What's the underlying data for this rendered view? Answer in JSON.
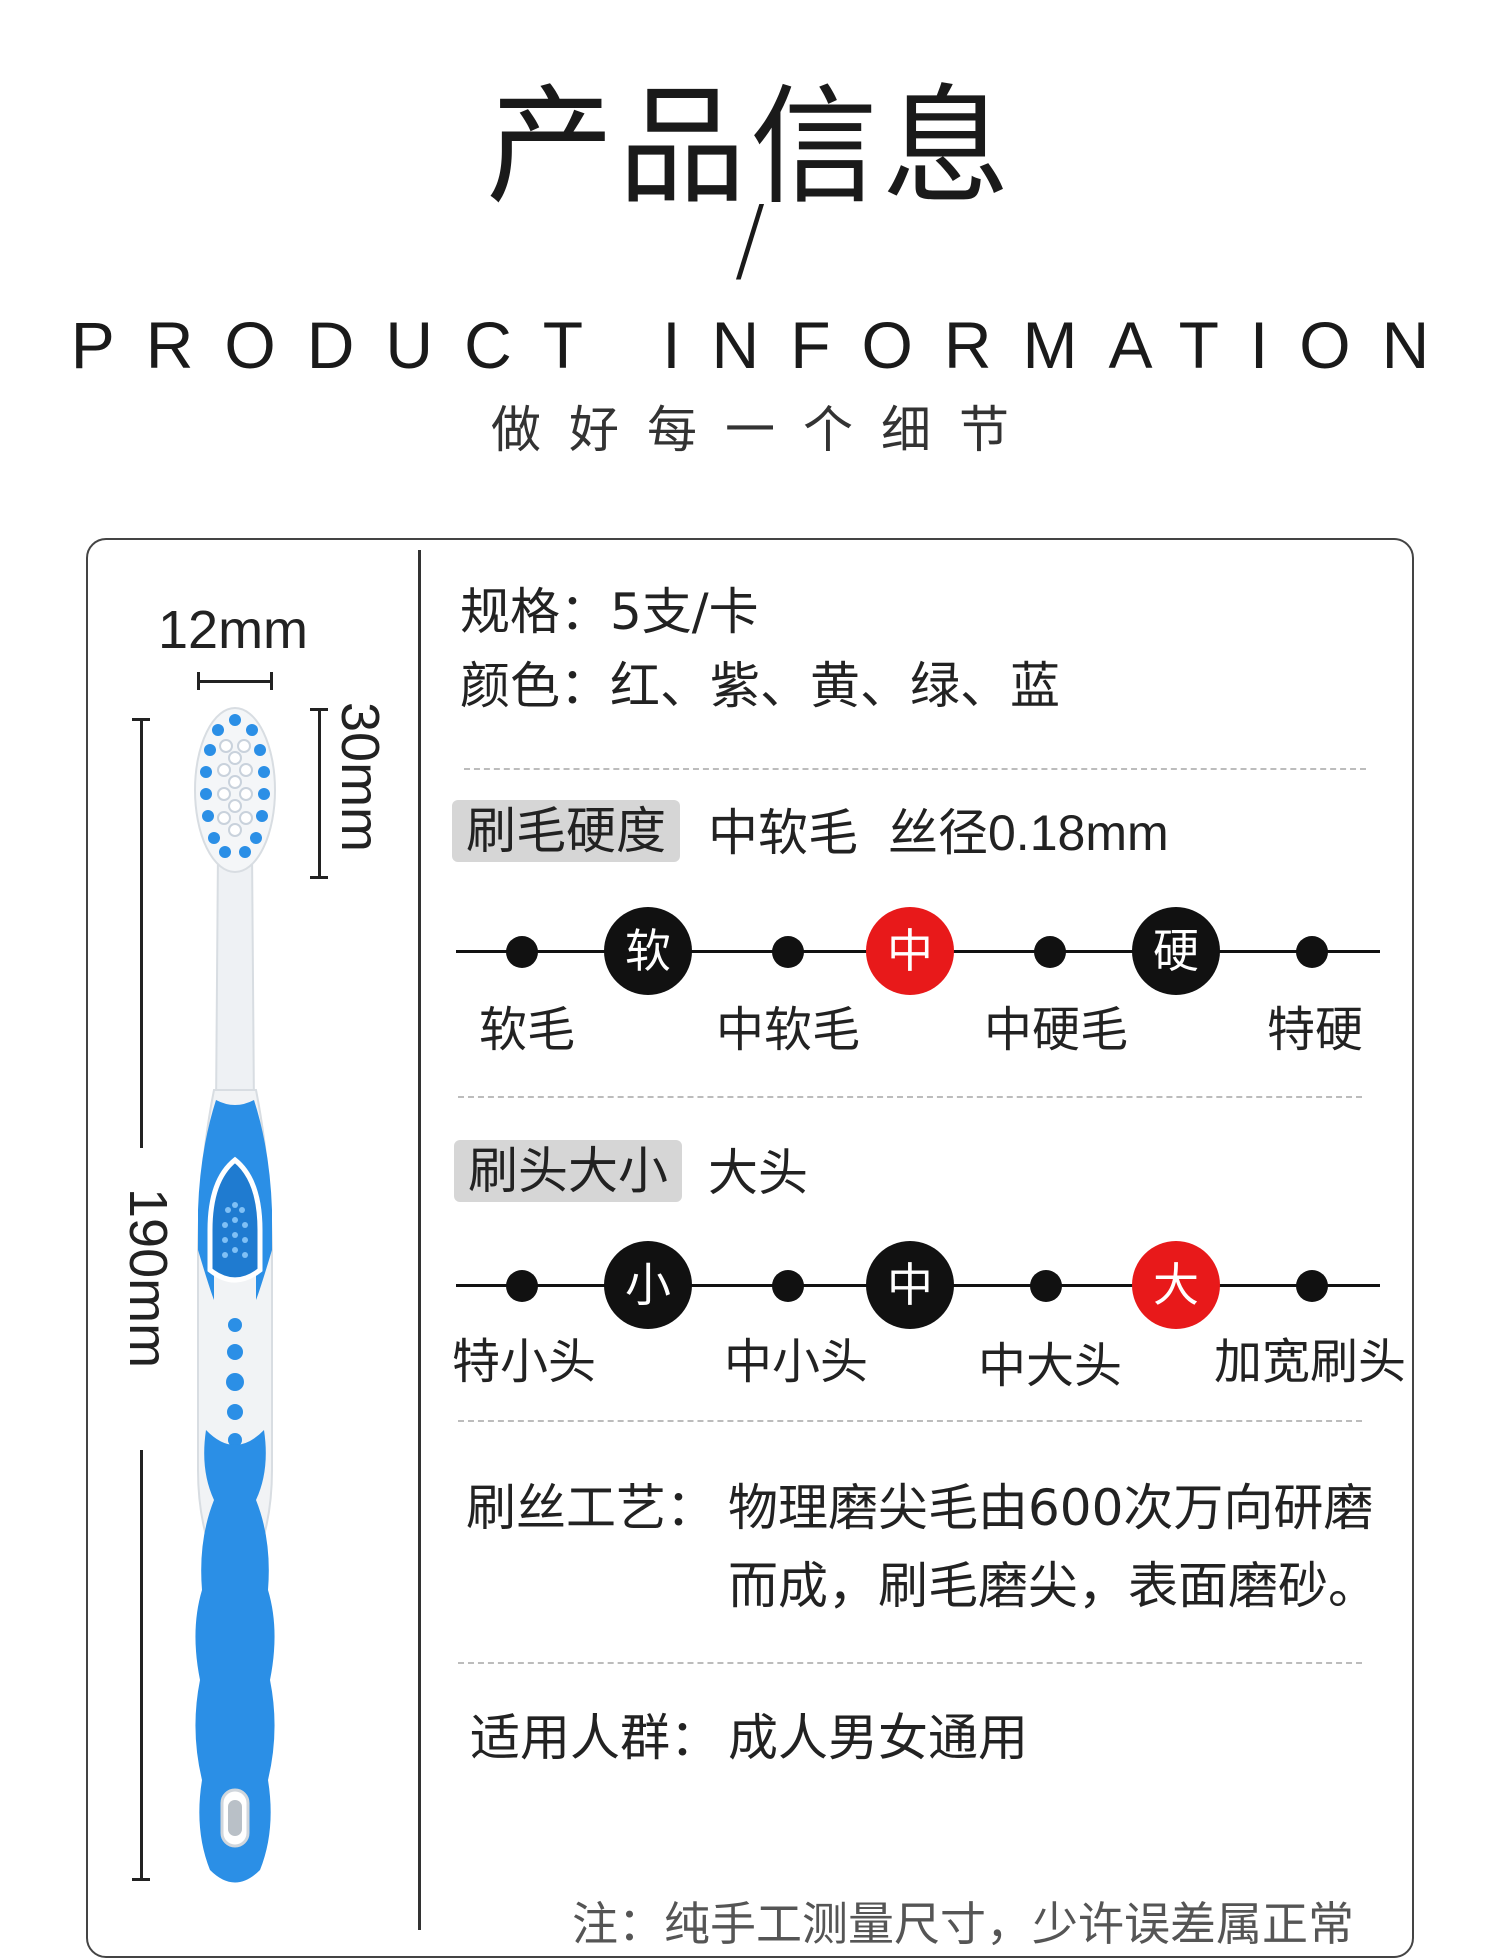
{
  "header": {
    "title": "产品信息",
    "slash": "/",
    "title_en": "PRODUCT INFORMATION",
    "subtitle": "做好每一个细节"
  },
  "dimensions": {
    "head_width": "12mm",
    "head_length": "30mm",
    "total_length": "190mm"
  },
  "specs": {
    "spec_line": "规格：5支/卡",
    "color_line": "颜色：红、紫、黄、绿、蓝"
  },
  "bristle": {
    "tag": "刷毛硬度",
    "value": "中软毛",
    "diameter": "丝径0.18mm",
    "markers": [
      "软",
      "中",
      "硬"
    ],
    "labels": [
      "软毛",
      "中软毛",
      "中硬毛",
      "特硬"
    ],
    "selected_marker": "中"
  },
  "head_size": {
    "tag": "刷头大小",
    "value": "大头",
    "markers": [
      "小",
      "中",
      "大"
    ],
    "labels": [
      "特小头",
      "中小头",
      "中大头",
      "加宽刷头"
    ],
    "selected_marker": "大"
  },
  "craft": {
    "label": "刷丝工艺：",
    "line1": "物理磨尖毛由600次万向研磨",
    "line2": "而成，刷毛磨尖，表面磨砂。"
  },
  "audience": {
    "label": "适用人群：",
    "value": "成人男女通用"
  },
  "note": "注：纯手工测量尺寸，少许误差属正常",
  "colors": {
    "accent_red": "#e8191a",
    "brush_blue": "#2b8fe6",
    "tag_gray": "#d6d6d6"
  }
}
